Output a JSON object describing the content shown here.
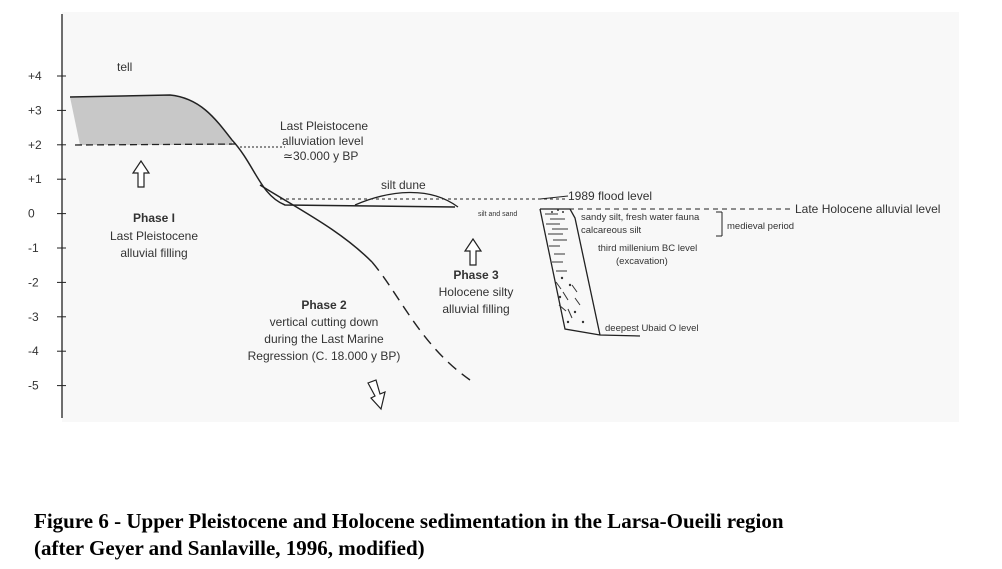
{
  "diagram": {
    "y_ticks": [
      "+4",
      "+3",
      "+2",
      "+1",
      "0",
      "-1",
      "-2",
      "-3",
      "-4",
      "-5"
    ],
    "labels": {
      "tell": "tell",
      "last_pleist_1": "Last Pleistocene",
      "last_pleist_2": "alluviation level",
      "last_pleist_3": "≃30.000 y BP",
      "phase1_title": "Phase I",
      "phase1_1": "Last Pleistocene",
      "phase1_2": "alluvial filling",
      "silt_dune": "silt dune",
      "flood_level": "1989 flood level",
      "late_holocene": "Late Holocene alluvial level",
      "silt_and_sand": "silt and sand",
      "sandy_silt": "sandy silt, fresh water fauna",
      "calcareous_silt": "calcareous silt",
      "medieval": "medieval period",
      "third_mill_1": "third millenium BC level",
      "third_mill_2": "(excavation)",
      "phase3_title": "Phase 3",
      "phase3_1": "Holocene silty",
      "phase3_2": "alluvial filling",
      "deepest": "deepest Ubaid O level",
      "phase2_title": "Phase 2",
      "phase2_1": "vertical cutting down",
      "phase2_2": "during the Last Marine",
      "phase2_3": "Regression (C. 18.000 y BP)"
    },
    "colors": {
      "tell_fill": "#c8c8c8",
      "line": "#222222",
      "panel": "#f8f8f8"
    }
  },
  "caption": {
    "line1": "Figure 6 - Upper Pleistocene and Holocene sedimentation in the Larsa-Oueili region",
    "line2": "(after Geyer and Sanlaville, 1996, modified)"
  }
}
